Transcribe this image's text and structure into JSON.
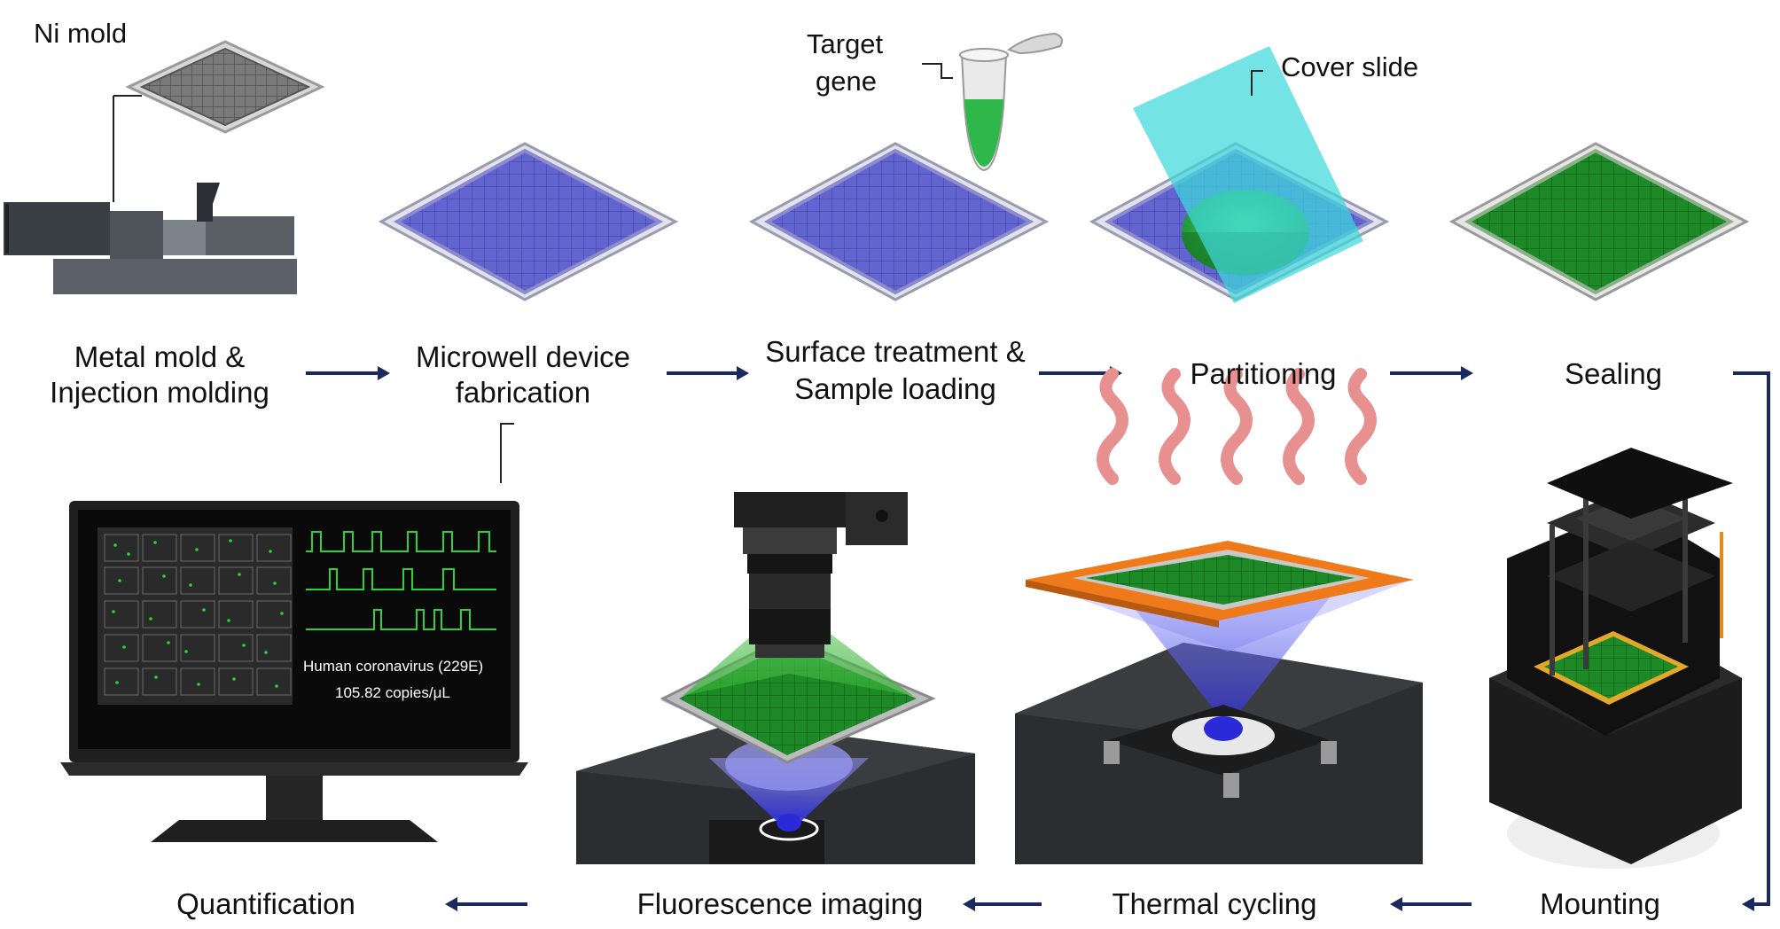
{
  "labels": {
    "ni_mold": "Ni mold",
    "target_gene_1": "Target",
    "target_gene_2": "gene",
    "cover_slide": "Cover slide",
    "step1_line1": "Metal mold &",
    "step1_line2": "Injection molding",
    "step2_line1": "Microwell device",
    "step2_line2": "fabrication",
    "step3_line1": "Surface treatment &",
    "step3_line2": "Sample loading",
    "step4": "Partitioning",
    "step5": "Sealing",
    "step6": "Mounting",
    "step7": "Thermal cycling",
    "step8": "Fluorescence imaging",
    "step9": "Quantification"
  },
  "screen": {
    "virus": "Human coronavirus (229E)",
    "concentration": "105.82 copies/μL"
  },
  "colors": {
    "arrow": "#1a2a5e",
    "chip_purple": "#5a5cc8",
    "chip_green": "#1f8a2a",
    "cover_cyan": "#3fd8dc",
    "heat_waves": "#e89090",
    "heater_orange": "#f07a1a",
    "light_blue": "#3a38d8"
  }
}
